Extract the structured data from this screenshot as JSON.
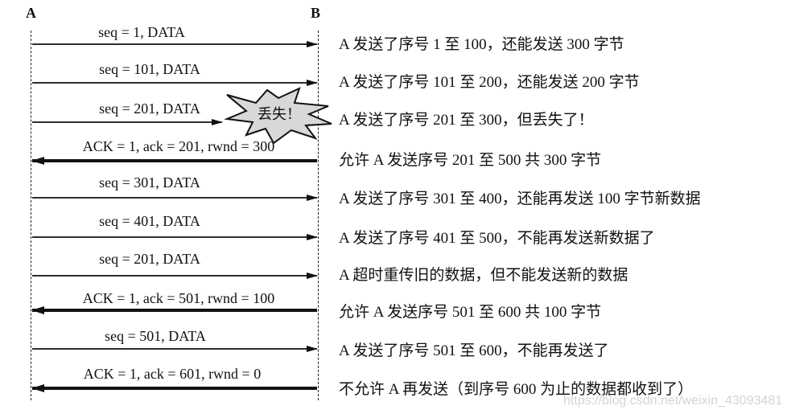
{
  "hosts": {
    "a": "A",
    "b": "B"
  },
  "rows": [
    {
      "label": "seq = 1, DATA",
      "direction": "right",
      "note": "A 发送了序号 1 至 100，还能发送 300 字节"
    },
    {
      "label": "seq = 101, DATA",
      "direction": "right",
      "note": "A 发送了序号 101 至 200，还能发送 200 字节"
    },
    {
      "label": "seq = 201, DATA",
      "direction": "right-lost",
      "note": "A 发送了序号 201 至 300，但丢失了！"
    },
    {
      "label": "ACK = 1, ack = 201, rwnd = 300",
      "direction": "left",
      "note": "允许 A 发送序号 201 至 500  共 300 字节"
    },
    {
      "label": "seq = 301, DATA",
      "direction": "right",
      "note": "A 发送了序号 301 至 400，还能再发送 100 字节新数据"
    },
    {
      "label": "seq = 401, DATA",
      "direction": "right",
      "note": "A 发送了序号 401 至 500，不能再发送新数据了"
    },
    {
      "label": "seq = 201, DATA",
      "direction": "right",
      "note": "A 超时重传旧的数据，但不能发送新的数据"
    },
    {
      "label": "ACK = 1, ack = 501, rwnd = 100",
      "direction": "left",
      "note": "允许 A 发送序号 501 至 600 共 100 字节"
    },
    {
      "label": "seq = 501, DATA",
      "direction": "right",
      "note": "A 发送了序号 501 至 600，不能再发送了"
    },
    {
      "label": "ACK = 1, ack = 601, rwnd = 0",
      "direction": "left",
      "note": "不允许 A 再发送（到序号 600 为止的数据都收到了）"
    }
  ],
  "lost_burst": {
    "text": "丢失！",
    "icon": "explosion-icon"
  },
  "watermark": "https://blog.csdn.net/weixin_43093481"
}
